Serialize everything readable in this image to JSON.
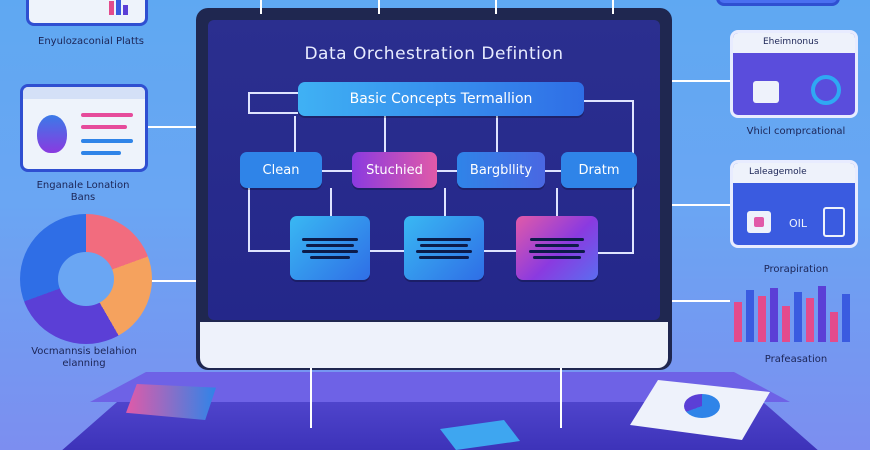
{
  "monitor": {
    "title": "Data Orchestration Defintion",
    "header_label": "Basic Concepts  Termallion",
    "nodes": [
      {
        "label": "Clean"
      },
      {
        "label": "Stuchied"
      },
      {
        "label": "Bargbllity"
      },
      {
        "label": "Dratm"
      }
    ]
  },
  "left_panels": {
    "caption_1": "Enyulozaconial Platts",
    "caption_2": "Enganale Lonation Bans",
    "caption_3": "Vocmannsis belahion elanning"
  },
  "right_panels": {
    "card1_title": "Eheimnonus",
    "caption_1": "Vhicl comprcational",
    "card2_title": "Laleagemole",
    "card2_value": "OIL",
    "caption_2": "Prorapiration",
    "caption_3": "Prafeasation"
  },
  "colors": {
    "monitor_frame": "#1f2750",
    "screen_bg": "#2a2f8f",
    "node_blue": "#2f84e8",
    "node_purple": "#8a3ae0",
    "node_pink": "#e15aa8"
  }
}
